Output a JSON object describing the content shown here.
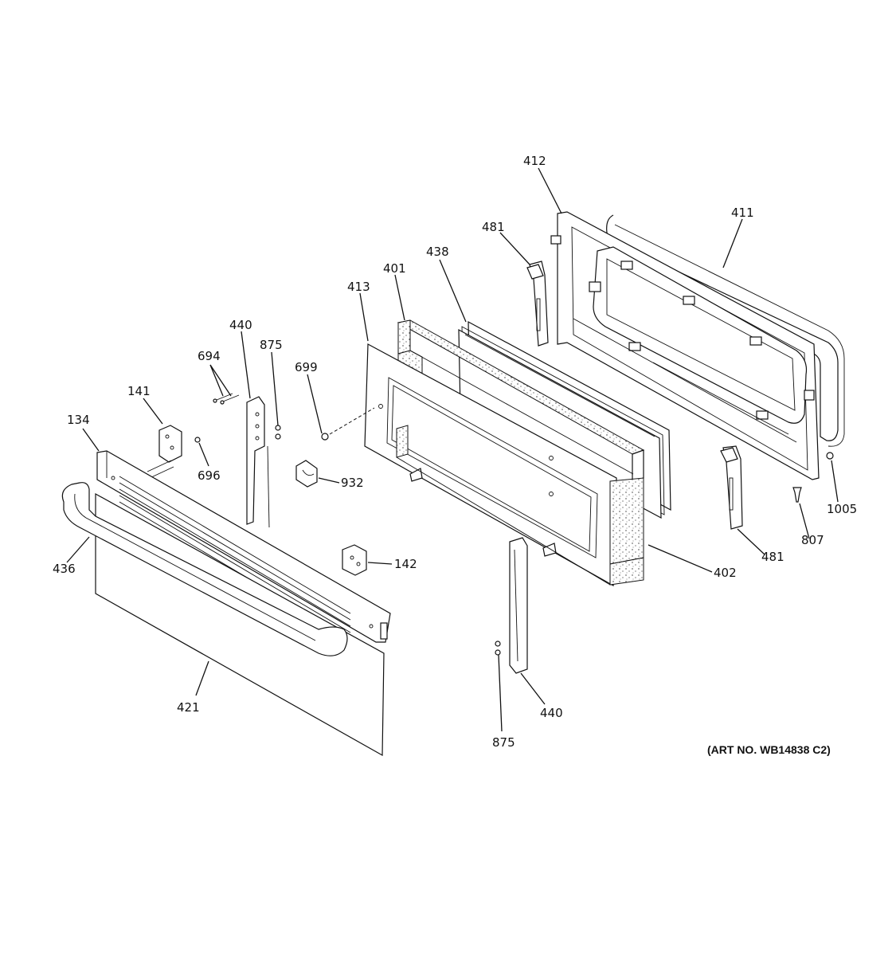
{
  "diagram": {
    "art_number": "(ART NO. WB14838 C2)",
    "callouts": {
      "c412": "412",
      "c411": "411",
      "c481_top": "481",
      "c438": "438",
      "c401": "401",
      "c413": "413",
      "c440_top": "440",
      "c875_top": "875",
      "c699": "699",
      "c694": "694",
      "c141": "141",
      "c134": "134",
      "c696": "696",
      "c932": "932",
      "c436": "436",
      "c142": "142",
      "c402": "402",
      "c481_bottom": "481",
      "c807": "807",
      "c1005": "1005",
      "c421": "421",
      "c440_bottom": "440",
      "c875_bottom": "875"
    }
  }
}
